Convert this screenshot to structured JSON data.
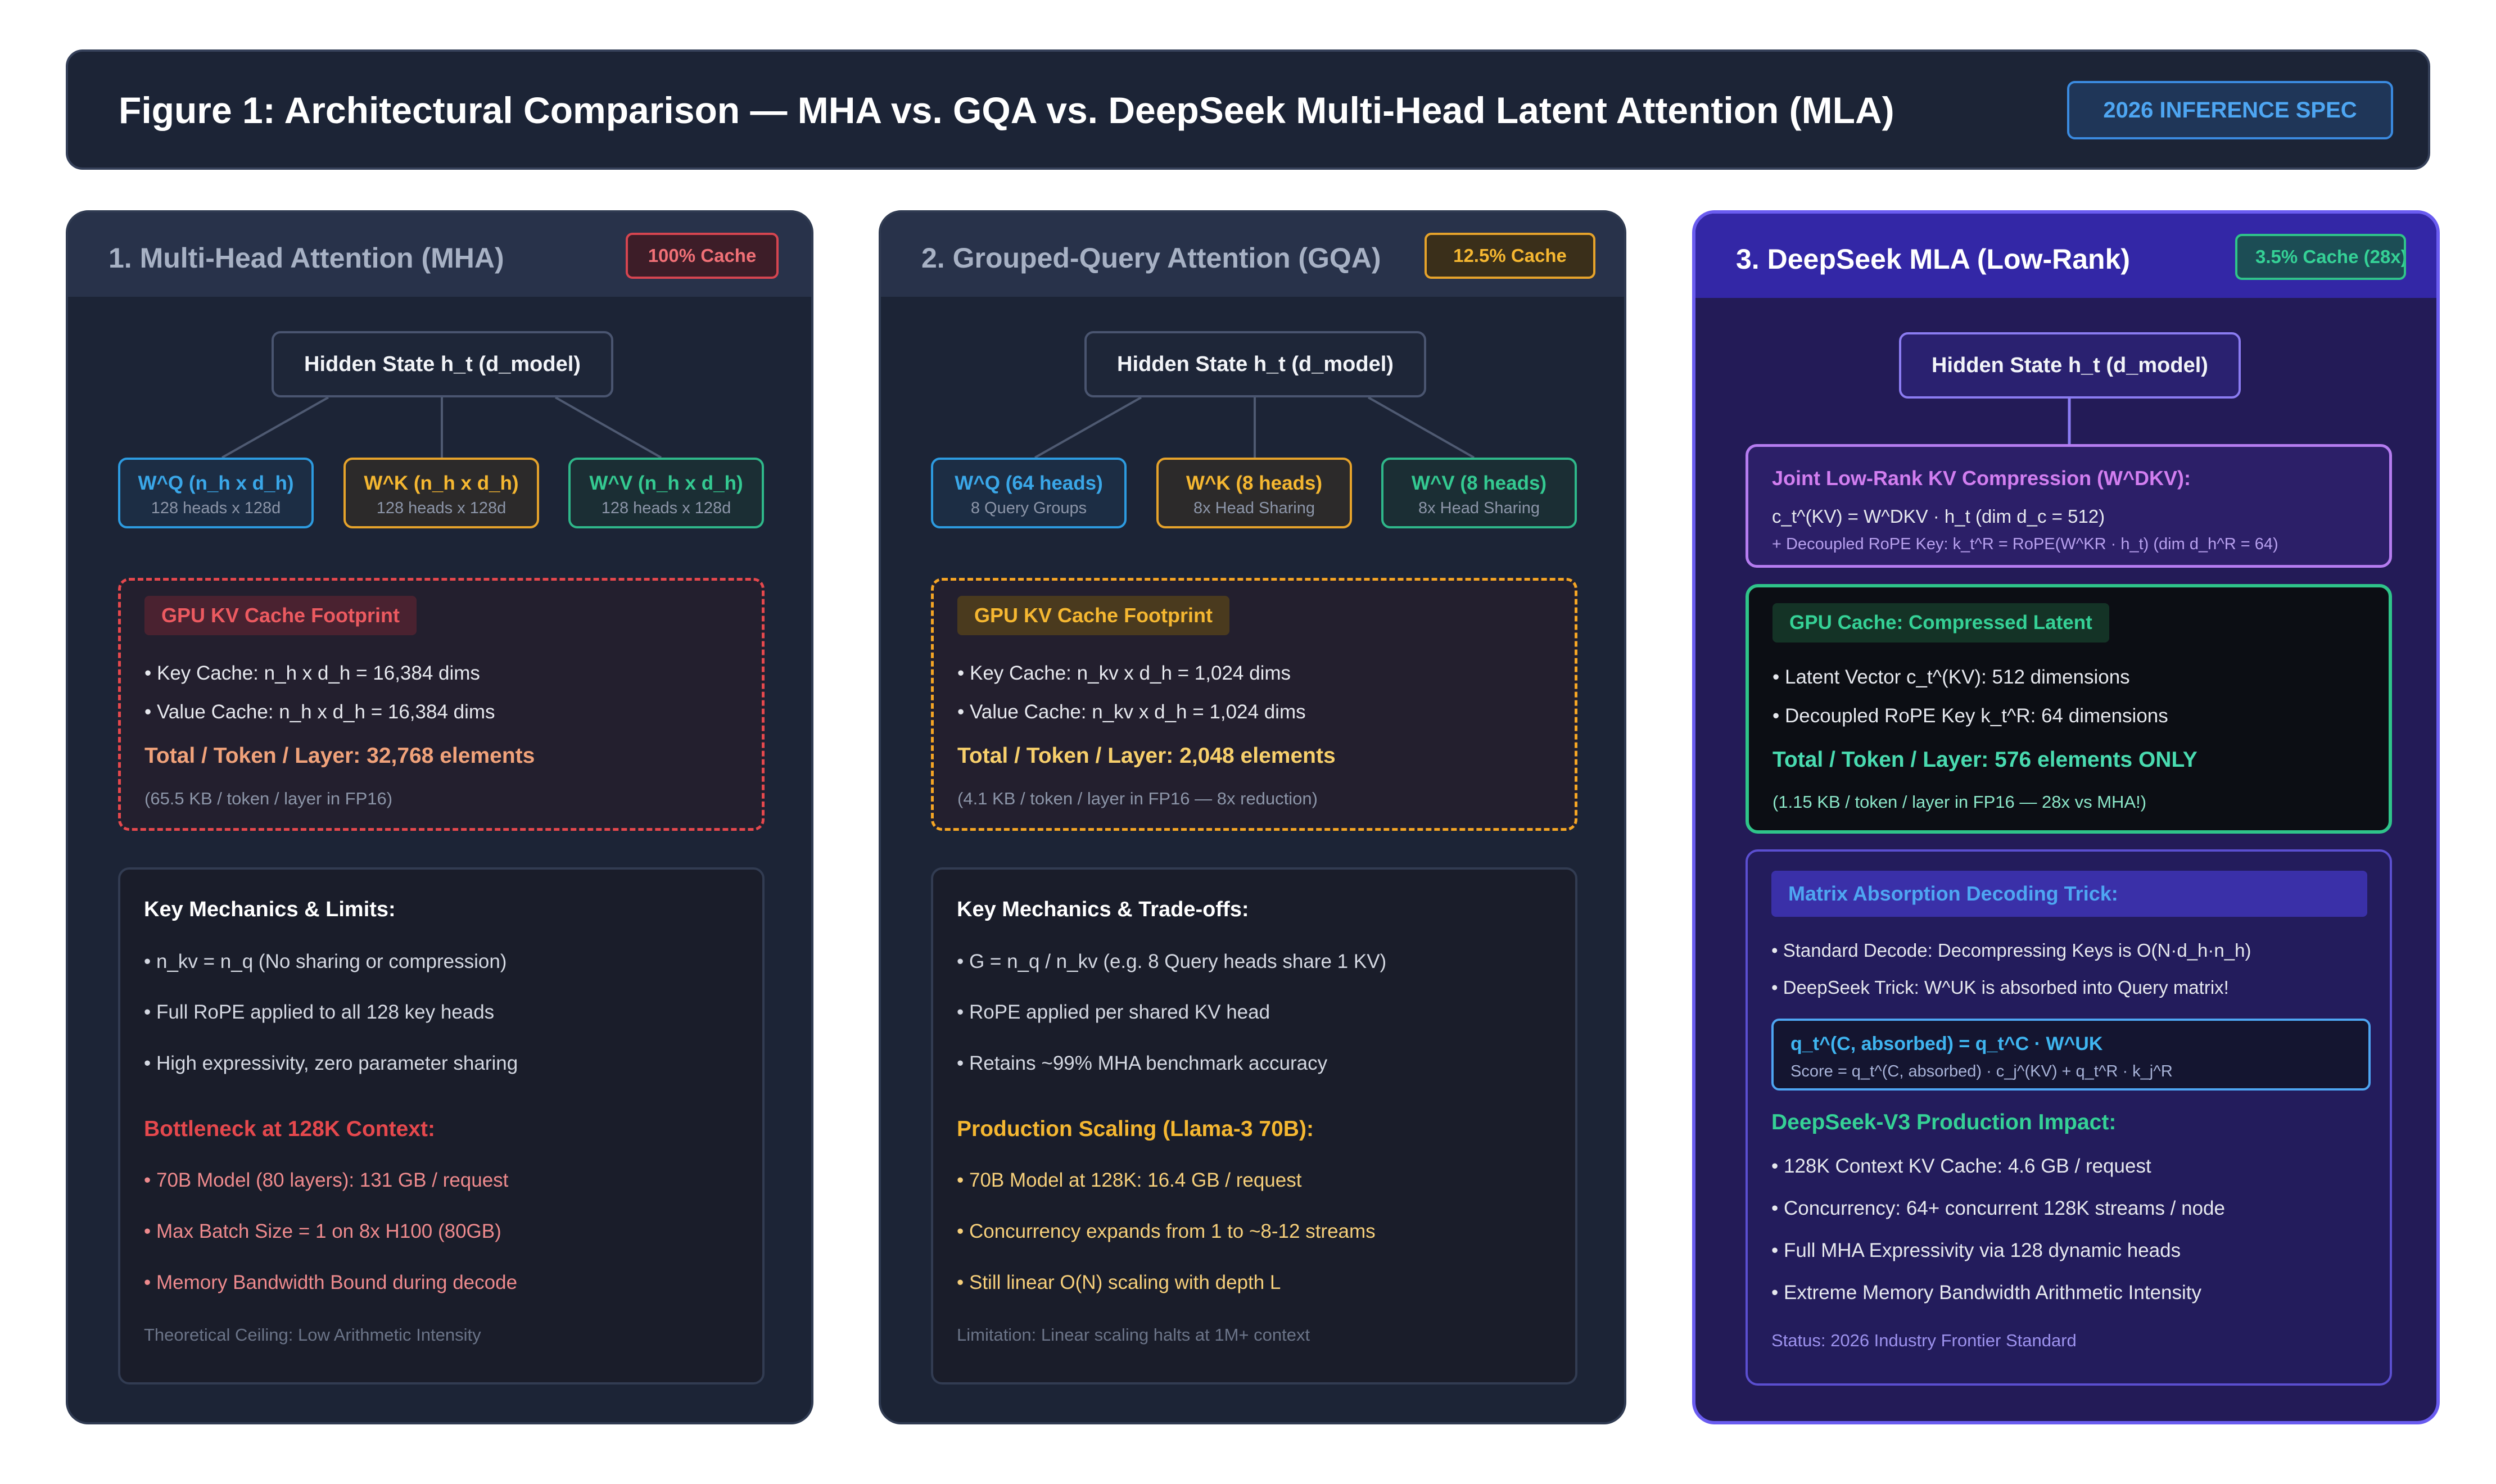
{
  "header": {
    "title": "Figure 1: Architectural Comparison — MHA vs. GQA vs. DeepSeek Multi-Head Latent Attention (MLA)",
    "spec_badge": "2026 INFERENCE SPEC"
  },
  "mha": {
    "title": "1. Multi-Head Attention (MHA)",
    "badge": "100% Cache",
    "hidden_state": "Hidden State h_t (d_model)",
    "wq": {
      "title": "W^Q (n_h x d_h)",
      "sub": "128 heads x 128d"
    },
    "wk": {
      "title": "W^K (n_h x d_h)",
      "sub": "128 heads x 128d"
    },
    "wv": {
      "title": "W^V (n_h x d_h)",
      "sub": "128 heads x 128d"
    },
    "cache": {
      "chip": "GPU KV Cache Footprint",
      "line1": "• Key Cache: n_h x d_h = 16,384 dims",
      "line2": "• Value Cache: n_h x d_h = 16,384 dims",
      "total": "Total / Token / Layer: 32,768 elements",
      "note": "(65.5 KB / token / layer in FP16)"
    },
    "mech": {
      "title": "Key Mechanics & Limits:",
      "b1": "• n_kv = n_q (No sharing or compression)",
      "b2": "• Full RoPE applied to all 128 key heads",
      "b3": "• High expressivity, zero parameter sharing",
      "sub_title": "Bottleneck at 128K Context:",
      "s1": "• 70B Model (80 layers): 131 GB / request",
      "s2": "• Max Batch Size = 1 on 8x H100 (80GB)",
      "s3": "• Memory Bandwidth Bound during decode",
      "footer": "Theoretical Ceiling: Low Arithmetic Intensity"
    }
  },
  "gqa": {
    "title": "2. Grouped-Query Attention (GQA)",
    "badge": "12.5% Cache",
    "hidden_state": "Hidden State h_t (d_model)",
    "wq": {
      "title": "W^Q (64 heads)",
      "sub": "8 Query Groups"
    },
    "wk": {
      "title": "W^K (8 heads)",
      "sub": "8x Head Sharing"
    },
    "wv": {
      "title": "W^V (8 heads)",
      "sub": "8x Head Sharing"
    },
    "cache": {
      "chip": "GPU KV Cache Footprint",
      "line1": "• Key Cache: n_kv x d_h = 1,024 dims",
      "line2": "• Value Cache: n_kv x d_h = 1,024 dims",
      "total": "Total / Token / Layer: 2,048 elements",
      "note": "(4.1 KB / token / layer in FP16 — 8x reduction)"
    },
    "mech": {
      "title": "Key Mechanics & Trade-offs:",
      "b1": "• G = n_q / n_kv (e.g. 8 Query heads share 1 KV)",
      "b2": "• RoPE applied per shared KV head",
      "b3": "• Retains ~99% MHA benchmark accuracy",
      "sub_title": "Production Scaling (Llama-3 70B):",
      "s1": "• 70B Model at 128K: 16.4 GB / request",
      "s2": "• Concurrency expands from 1 to ~8-12 streams",
      "s3": "• Still linear O(N) scaling with depth L",
      "footer": "Limitation: Linear scaling halts at 1M+ context"
    }
  },
  "mla": {
    "title": "3. DeepSeek MLA (Low-Rank)",
    "badge": "3.5% Cache (28x)",
    "hidden_state": "Hidden State h_t (d_model)",
    "compress": {
      "title": "Joint Low-Rank KV Compression (W^DKV):",
      "line1": "c_t^(KV) = W^DKV · h_t (dim d_c = 512)",
      "line2": "+ Decoupled RoPE Key: k_t^R = RoPE(W^KR · h_t) (dim d_h^R = 64)"
    },
    "cache": {
      "chip": "GPU Cache: Compressed Latent",
      "line1": "• Latent Vector c_t^(KV): 512 dimensions",
      "line2": "• Decoupled RoPE Key k_t^R: 64 dimensions",
      "total": "Total / Token / Layer: 576 elements ONLY",
      "note": "(1.15 KB / token / layer in FP16 — 28x vs MHA!)"
    },
    "matrix": {
      "chip": "Matrix Absorption Decoding Trick:",
      "b1": "• Standard Decode: Decompressing Keys is O(N·d_h·n_h)",
      "b2": "• DeepSeek Trick: W^UK is absorbed into Query matrix!",
      "formula": "q_t^(C, absorbed) = q_t^C · W^UK",
      "score": "Score = q_t^(C, absorbed) · c_j^(KV) + q_t^R · k_j^R",
      "impact_title": "DeepSeek-V3 Production Impact:",
      "i1": "• 128K Context KV Cache: 4.6 GB / request",
      "i2": "• Concurrency: 64+ concurrent 128K streams / node",
      "i3": "• Full MHA Expressivity via 128 dynamic heads",
      "i4": "• Extreme Memory Bandwidth Arithmetic Intensity",
      "footer": "Status: 2026 Industry Frontier Standard"
    }
  },
  "colors": {
    "panel": "#1c2436",
    "mla_panel": "#231b57",
    "red": "#e5484d",
    "orange": "#f5a524",
    "cyan": "#3aa7e8",
    "green": "#2fc48a",
    "purple": "#6a5cf0"
  }
}
